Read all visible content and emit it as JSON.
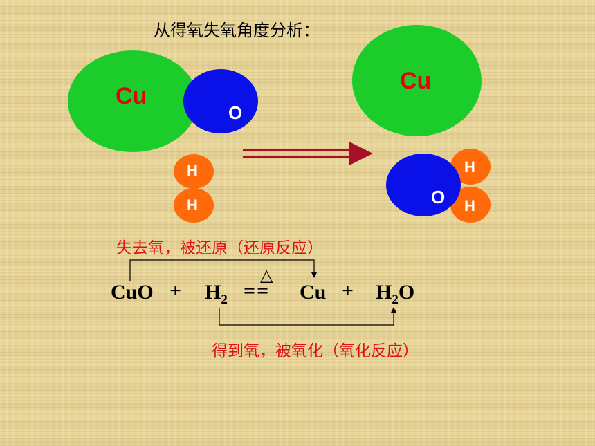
{
  "title": "从得氧失氧角度分析：",
  "atoms": {
    "cu": "Cu",
    "o": "O",
    "h": "H"
  },
  "annotations": {
    "lose_oxygen": "失去氧，被还原（还原反应）",
    "gain_oxygen": "得到氧，被氧化（氧化反应）"
  },
  "equation": {
    "reactant1": "CuO",
    "plus": "+",
    "reactant2": "H",
    "reactant2_sub": "2",
    "equals": "==",
    "condition": "△",
    "product1": "Cu",
    "product2_a": "H",
    "product2_sub": "2",
    "product2_b": "O"
  },
  "colors": {
    "copper_atom": "#1ccc2b",
    "oxygen_atom": "#0a10e8",
    "hydrogen_atom": "#ff6a0a",
    "arrow": "#a8102a",
    "label_red": "#e01010"
  }
}
